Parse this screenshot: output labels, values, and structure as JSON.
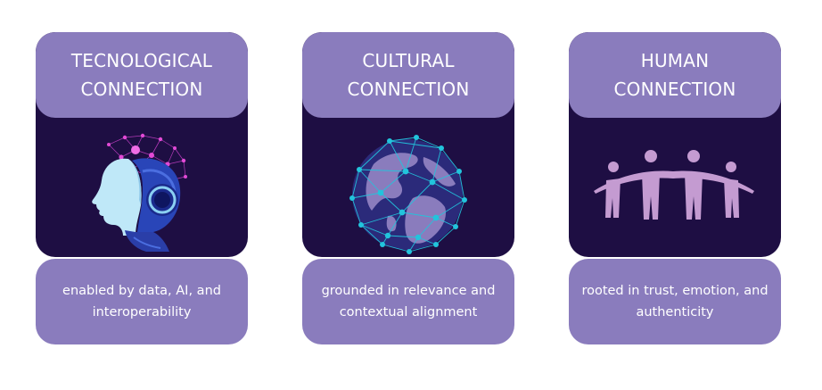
{
  "cards": [
    {
      "title_line1": "TECNOLOGICAL",
      "title_line2": "CONNECTION",
      "icon": "ai-head-icon",
      "desc_line1": "enabled by data, AI, and",
      "desc_line2": "interoperability"
    },
    {
      "title_line1": "CULTURAL",
      "title_line2": "CONNECTION",
      "icon": "network-globe-icon",
      "desc_line1": "grounded in relevance and",
      "desc_line2": "contextual alignment"
    },
    {
      "title_line1": "HUMAN",
      "title_line2": "CONNECTION",
      "icon": "people-group-icon",
      "desc_line1": "rooted in trust, emotion, and",
      "desc_line2": "authenticity"
    }
  ],
  "colors": {
    "card_header": "#8a7cbd",
    "card_body": "#1e0e43",
    "network_nodes": "#22c4dc",
    "neural_nodes": "#e24ad6",
    "people": "#c49bd1"
  }
}
